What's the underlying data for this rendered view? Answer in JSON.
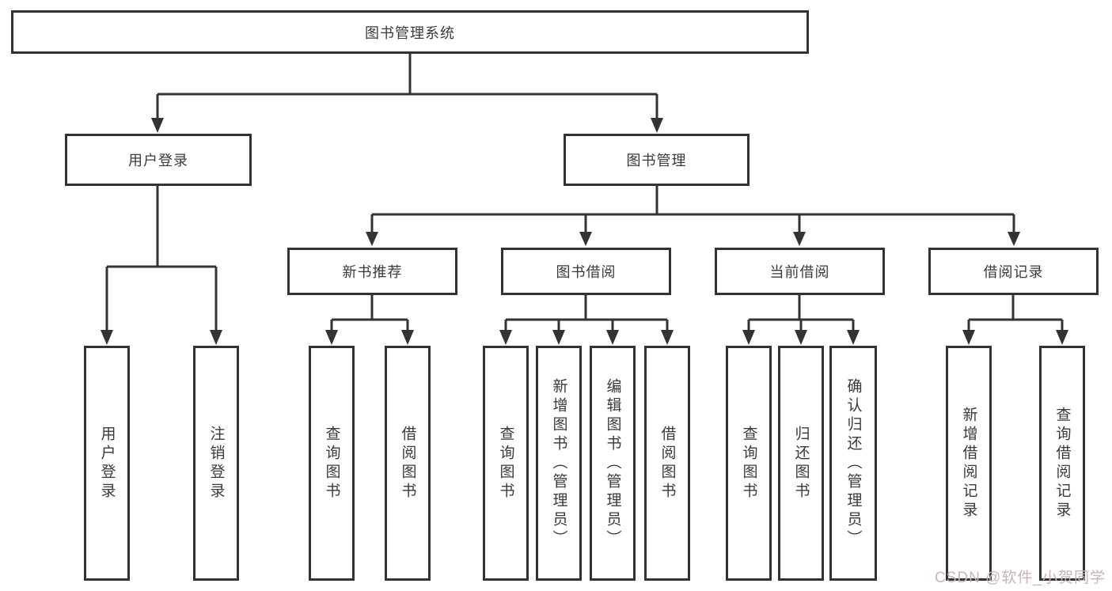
{
  "diagram": {
    "root": {
      "label": "图书管理系统"
    },
    "branches": [
      {
        "label": "用户登录",
        "children": [
          {
            "label": "用户登录"
          },
          {
            "label": "注销登录"
          }
        ]
      },
      {
        "label": "图书管理",
        "children": [
          {
            "label": "新书推荐",
            "children": [
              {
                "label": "查询图书"
              },
              {
                "label": "借阅图书"
              }
            ]
          },
          {
            "label": "图书借阅",
            "children": [
              {
                "label": "查询图书"
              },
              {
                "label": "新增图书（管理员）"
              },
              {
                "label": "编辑图书（管理员）"
              },
              {
                "label": "借阅图书"
              }
            ]
          },
          {
            "label": "当前借阅",
            "children": [
              {
                "label": "查询图书"
              },
              {
                "label": "归还图书"
              },
              {
                "label": "确认归还（管理员）"
              }
            ]
          },
          {
            "label": "借阅记录",
            "children": [
              {
                "label": "新增借阅记录"
              },
              {
                "label": "查询借阅记录"
              }
            ]
          }
        ]
      }
    ],
    "line_color": "#333333"
  },
  "watermark": {
    "text": "CSDN @软件_小贺同学",
    "color": "#c9b3b5"
  }
}
